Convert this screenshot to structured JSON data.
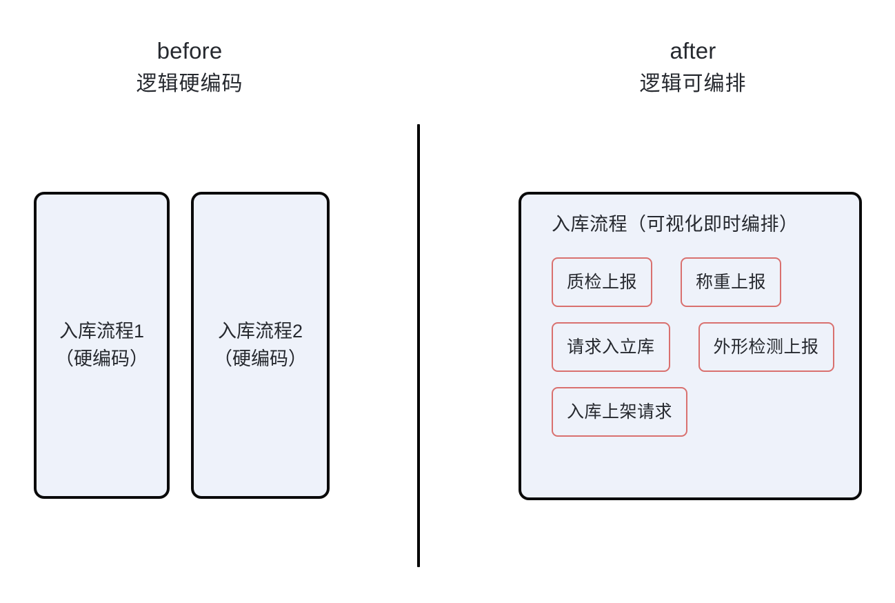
{
  "diagram": {
    "background_color": "#ffffff",
    "card_fill_color": "#eef2fa",
    "card_border_color": "#0a0a0a",
    "chip_border_color": "#d9706e",
    "text_color": "#26292f",
    "divider_color": "#000000"
  },
  "left": {
    "heading_en": "before",
    "heading_cn": "逻辑硬编码",
    "boxes": [
      {
        "label": "入库流程1\n（硬编码）"
      },
      {
        "label": "入库流程2\n（硬编码）"
      }
    ]
  },
  "right": {
    "heading_en": "after",
    "heading_cn": "逻辑可编排",
    "panel_title": "入库流程（可视化即时编排）",
    "chip_rows": [
      [
        {
          "label": "质检上报"
        },
        {
          "label": "称重上报"
        }
      ],
      [
        {
          "label": "请求入立库"
        },
        {
          "label": "外形检测上报"
        }
      ],
      [
        {
          "label": "入库上架请求"
        }
      ]
    ]
  }
}
